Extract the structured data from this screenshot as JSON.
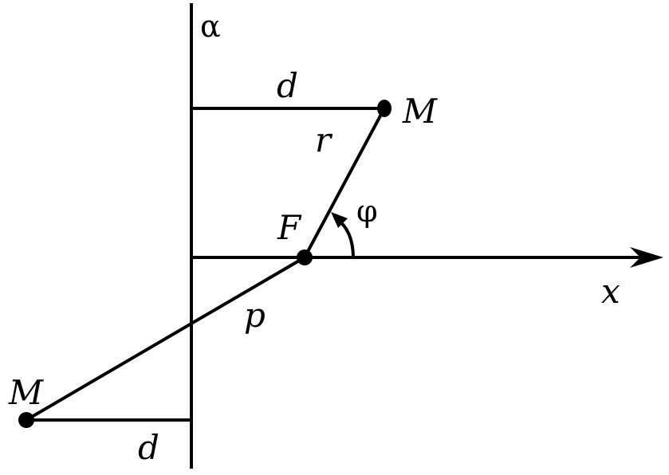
{
  "diagram": {
    "labels": {
      "plane": "α",
      "distance_top": "d",
      "point_top": "M",
      "radius": "r",
      "angle": "φ",
      "focus": "F",
      "axis": "x",
      "parameter": "p",
      "point_bottom": "M",
      "distance_bottom": "d"
    },
    "colors": {
      "stroke": "#000000",
      "background": "#ffffff"
    }
  }
}
